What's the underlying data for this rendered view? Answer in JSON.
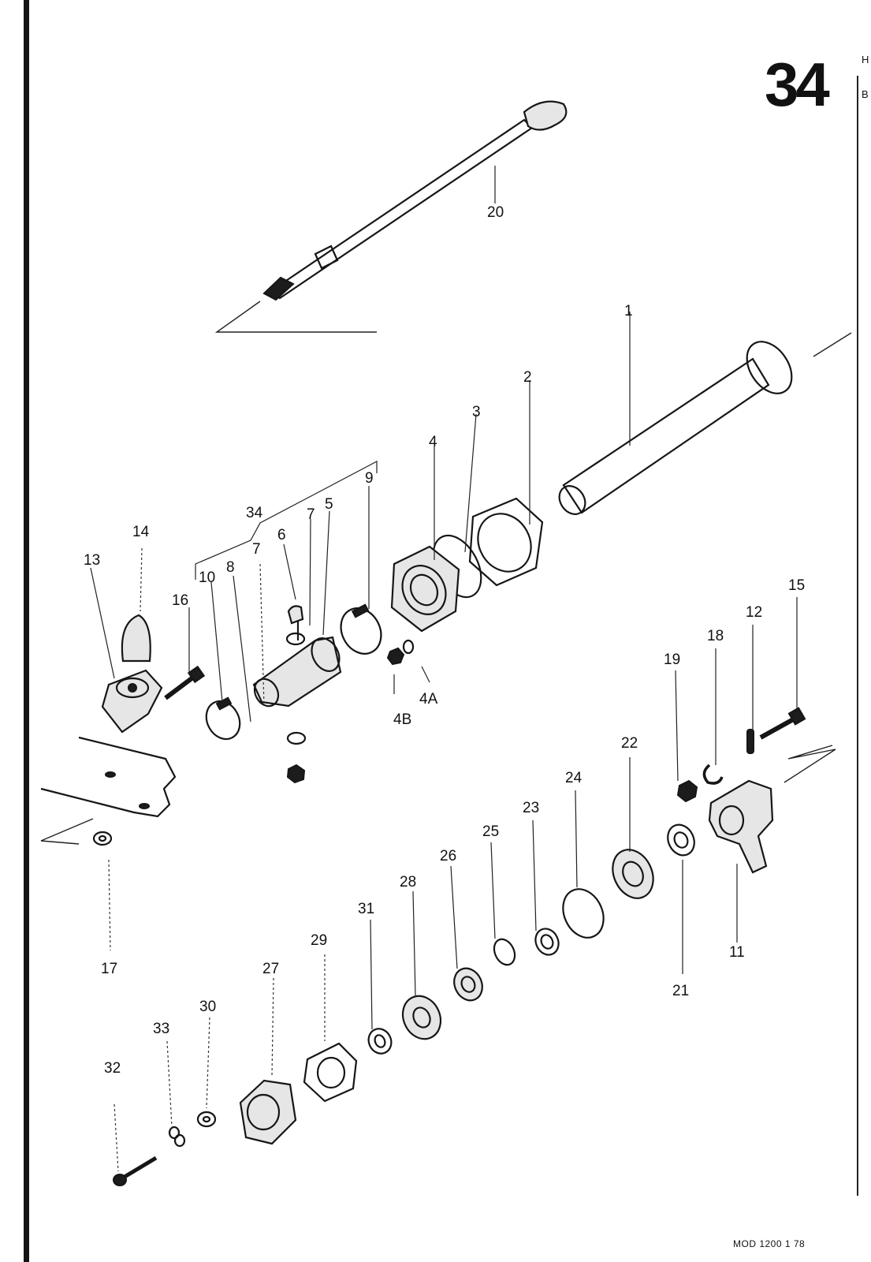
{
  "page_number": "34",
  "section_tabs": [
    "H",
    "B"
  ],
  "footer_code": "MOD 1200  1 78",
  "callouts": {
    "p1": "1",
    "p2": "2",
    "p3": "3",
    "p4": "4",
    "p4A": "4A",
    "p4B": "4B",
    "p5": "5",
    "p6": "6",
    "p7a": "7",
    "p7b": "7",
    "p8": "8",
    "p9": "9",
    "p10": "10",
    "p11": "11",
    "p12": "12",
    "p13": "13",
    "p14": "14",
    "p15": "15",
    "p16": "16",
    "p17": "17",
    "p18": "18",
    "p19": "19",
    "p20": "20",
    "p21": "21",
    "p22": "22",
    "p23": "23",
    "p24": "24",
    "p25": "25",
    "p26": "26",
    "p27": "27",
    "p28": "28",
    "p29": "29",
    "p30": "30",
    "p31": "31",
    "p32": "32",
    "p33": "33",
    "p34": "34"
  }
}
